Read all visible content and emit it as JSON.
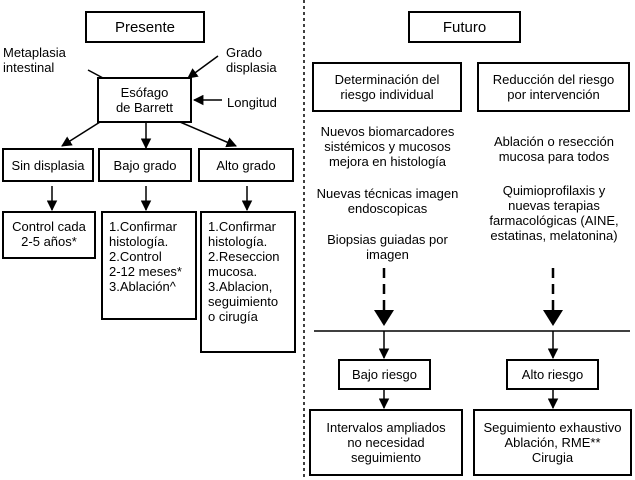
{
  "left": {
    "header": "Presente",
    "factors": {
      "metaplasia": "Metaplasia\nintestinal",
      "grado": "Grado\ndisplasia",
      "longitud": "Longitud"
    },
    "center": "Esófago\nde Barrett",
    "categories": [
      "Sin displasia",
      "Bajo grado",
      "Alto grado"
    ],
    "actions": [
      "Control cada\n2-5 años*",
      "1.Confirmar\nhistología.\n2.Control\n2-12 meses*\n3.Ablación^",
      "1.Confirmar\nhistología.\n2.Reseccion\nmucosa.\n3.Ablacion,\nseguimiento\no cirugía"
    ]
  },
  "right": {
    "header": "Futuro",
    "col1_title": "Determinación del\nriesgo individual",
    "col2_title": "Reducción del riesgo\npor intervención",
    "col1_items": [
      "Nuevos biomarcadores\nsistémicos y mucosos\nmejora en histología",
      "Nuevas técnicas imagen\nendoscopicas",
      "Biopsias guiadas por\nimagen"
    ],
    "col2_items": [
      "Ablación o resección\nmucosa para todos",
      "Quimioprofilaxis y\nnuevas terapias\nfarmacológicas (AINE,\nestatinas, melatonina)"
    ],
    "risk_low": "Bajo riesgo",
    "risk_high": "Alto riesgo",
    "out_low": "Intervalos ampliados\nno necesidad\nseguimiento",
    "out_high": "Seguimiento exhaustivo\nAblación, RME**\nCirugia"
  }
}
